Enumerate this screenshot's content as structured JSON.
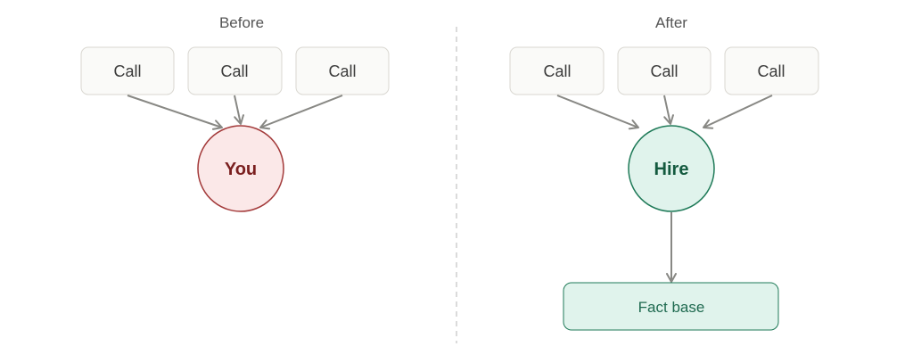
{
  "before": {
    "title": "Before",
    "calls": [
      "Call",
      "Call",
      "Call"
    ],
    "center": "You",
    "center_fill": "#fbe8e8",
    "center_stroke": "#a33a3a",
    "center_text_color": "#7a1f1f"
  },
  "after": {
    "title": "After",
    "calls": [
      "Call",
      "Call",
      "Call"
    ],
    "center": "Hire",
    "center_fill": "#e0f3ec",
    "center_stroke": "#1f7a58",
    "center_text_color": "#145a3f",
    "fact_base": "Fact base",
    "fact_base_fill": "#e0f3ec",
    "fact_base_stroke": "#1f7a58",
    "fact_base_text_color": "#1f6a50"
  },
  "colors": {
    "divider": "#cfcfcf",
    "edge": "#888884"
  }
}
